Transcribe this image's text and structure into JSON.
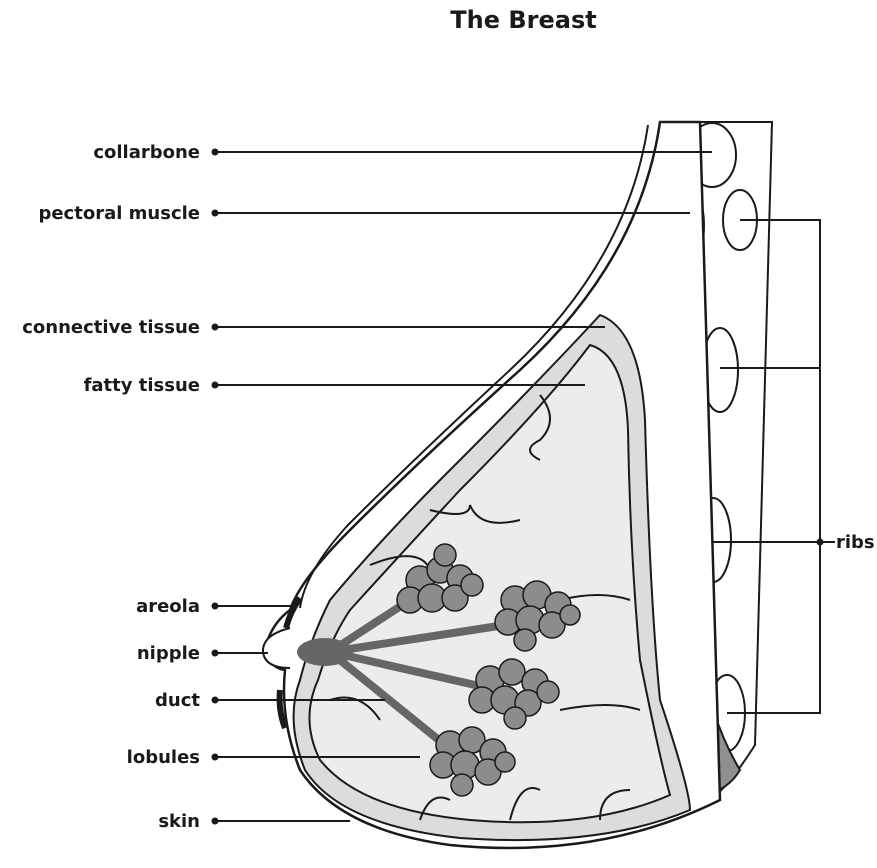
{
  "title": "The Breast",
  "labels": {
    "collarbone": "collarbone",
    "pectoral_muscle": "pectoral muscle",
    "connective_tissue": "connective tissue",
    "fatty_tissue": "fatty tissue",
    "areola": "areola",
    "nipple": "nipple",
    "duct": "duct",
    "lobules": "lobules",
    "skin": "skin",
    "ribs": "ribs"
  },
  "colors": {
    "outline": "#1a1a1a",
    "connective": "#dcdcdc",
    "fatty": "#ececec",
    "muscle": "#8f8f8f",
    "lobule": "#8c8c8c",
    "duct": "#666666"
  }
}
